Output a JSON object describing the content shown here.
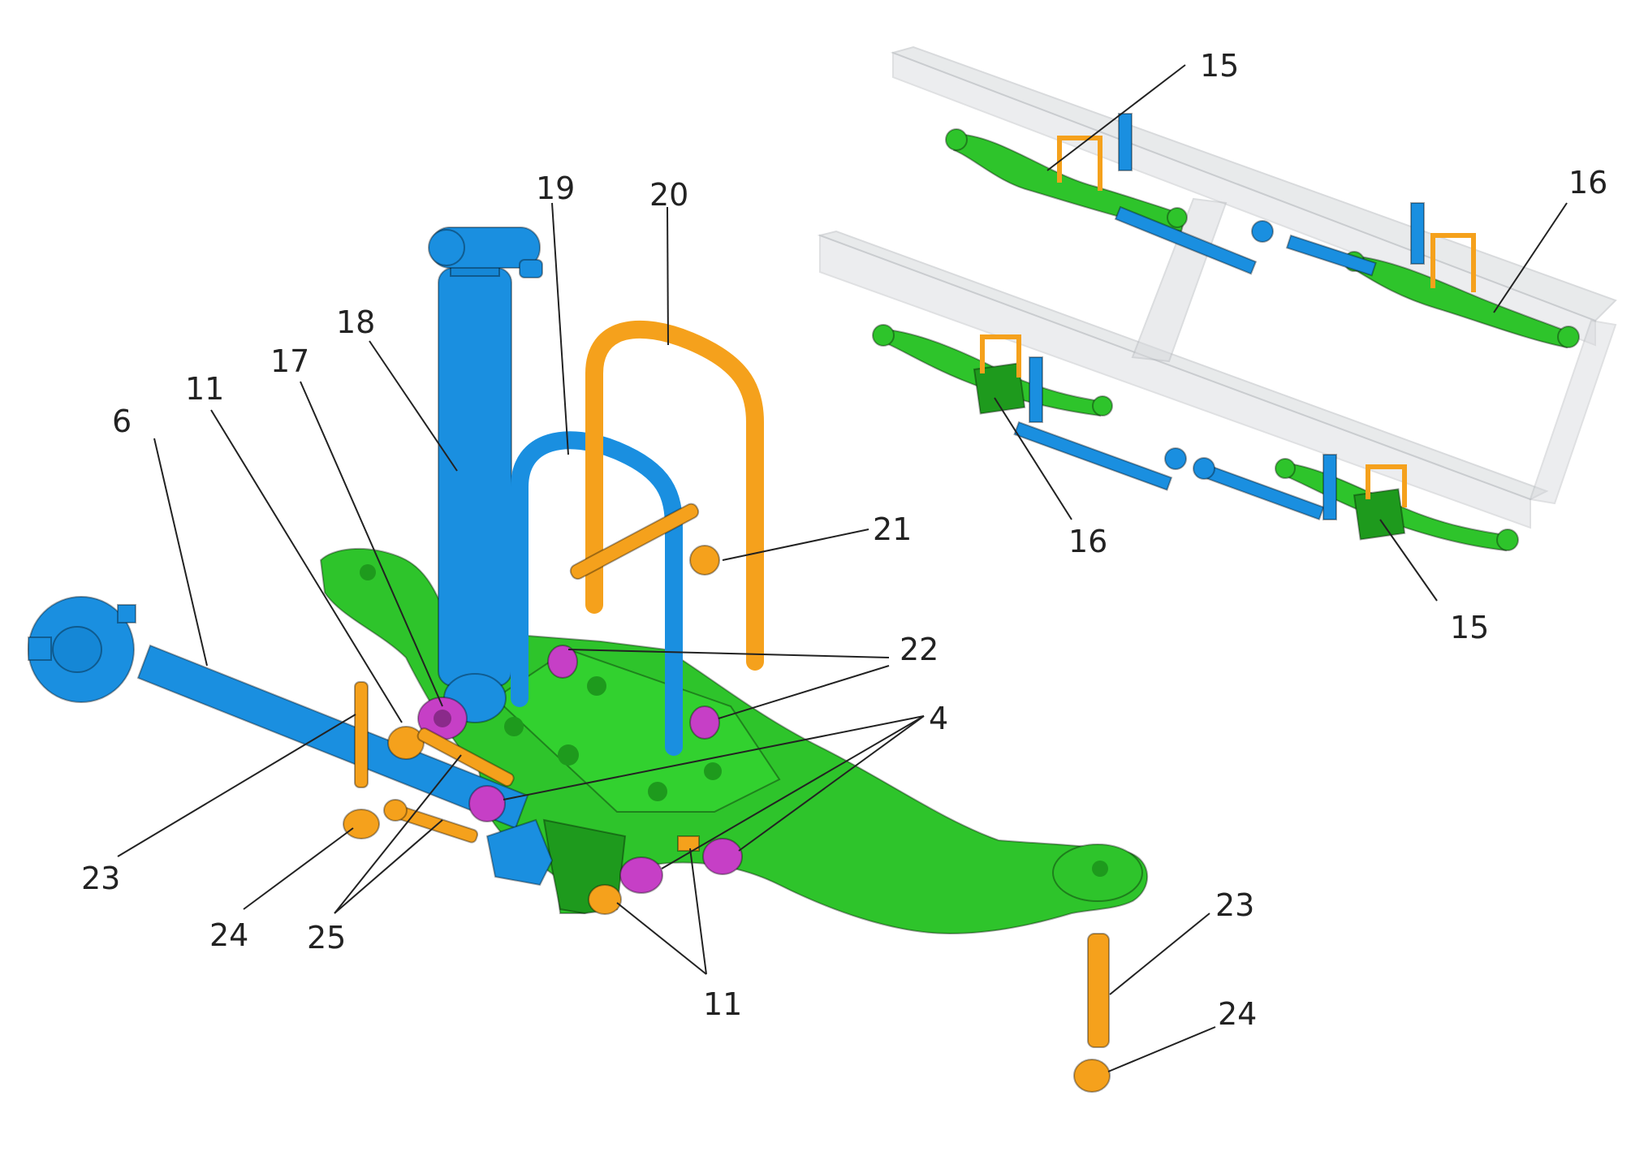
{
  "colors": {
    "blue": "#1a8fe0",
    "blue_dark": "#0f6fb8",
    "green": "#2ec42b",
    "green_dark": "#1e9a1d",
    "orange": "#f5a11c",
    "magenta": "#c63fc6",
    "frame": "#d7d9dc",
    "frame_edge": "#b9bcc0",
    "leader": "#222222"
  },
  "callouts": {
    "c6": "6",
    "c11a": "11",
    "c17": "17",
    "c18": "18",
    "c19": "19",
    "c20": "20",
    "c21": "21",
    "c22": "22",
    "c4": "4",
    "c23a": "23",
    "c24a": "24",
    "c25": "25",
    "c11b": "11",
    "c23b": "23",
    "c24b": "24",
    "c15a": "15",
    "c16a": "16",
    "c16b": "16",
    "c15b": "15"
  }
}
